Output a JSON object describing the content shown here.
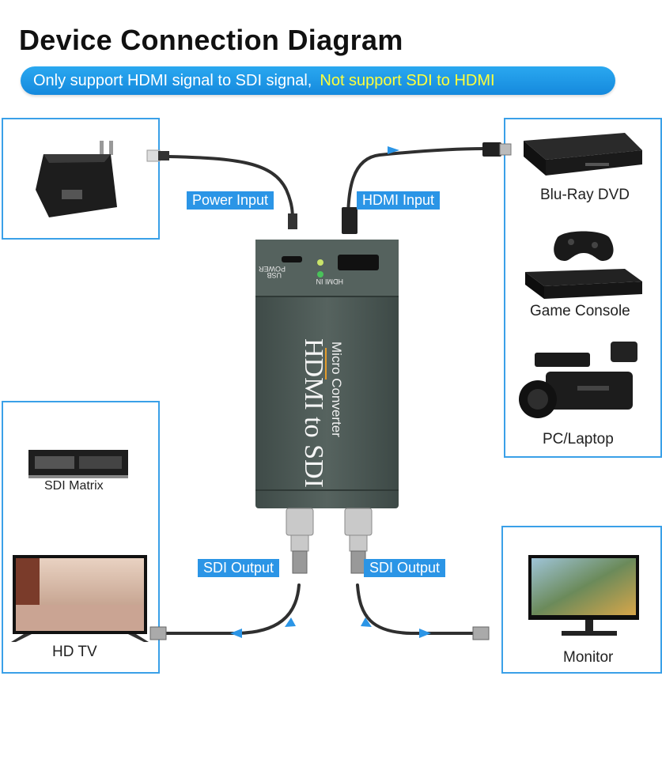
{
  "header": {
    "title": "Device Connection Diagram",
    "banner_main": "Only support HDMI signal to SDI signal,",
    "banner_warning": "Not support SDI to HDMI"
  },
  "connections": {
    "power_input": "Power Input",
    "hdmi_input": "HDMI Input",
    "sdi_output_left": "SDI Output",
    "sdi_output_right": "SDI Output"
  },
  "sources": {
    "bluray": "Blu-Ray DVD",
    "console": "Game Console",
    "pc": "PC/Laptop"
  },
  "outputs": {
    "matrix": "SDI Matrix",
    "tv": "HD TV",
    "monitor": "Monitor"
  },
  "device": {
    "port_usb": "USB",
    "port_power": "POWER",
    "port_hdmi": "HDMI IN",
    "name_small": "Micro Converter",
    "name_big": "HDMI to SDI"
  },
  "colors": {
    "accent": "#2b95e6",
    "banner": "#1f99e8",
    "warning_text": "#ffff3a",
    "device_body": "#4d5a56"
  }
}
